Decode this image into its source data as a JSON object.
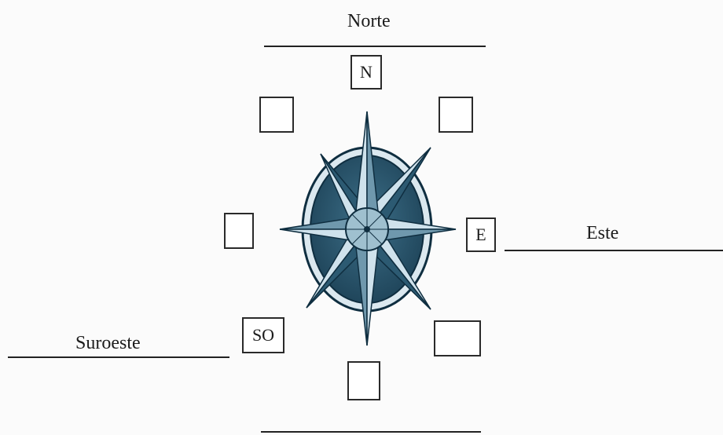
{
  "labels": {
    "north": "Norte",
    "east": "Este",
    "southwest": "Suroeste"
  },
  "boxes": {
    "n": "N",
    "ne": "",
    "e": "E",
    "se": "",
    "s": "",
    "so": "SO",
    "o": "",
    "no": ""
  },
  "colors": {
    "ink": "#222222",
    "rose_dark": "#2c5a72",
    "rose_light": "#cfe2ec",
    "rose_mid": "#6f98ad",
    "rose_outline": "#0f2e40"
  }
}
